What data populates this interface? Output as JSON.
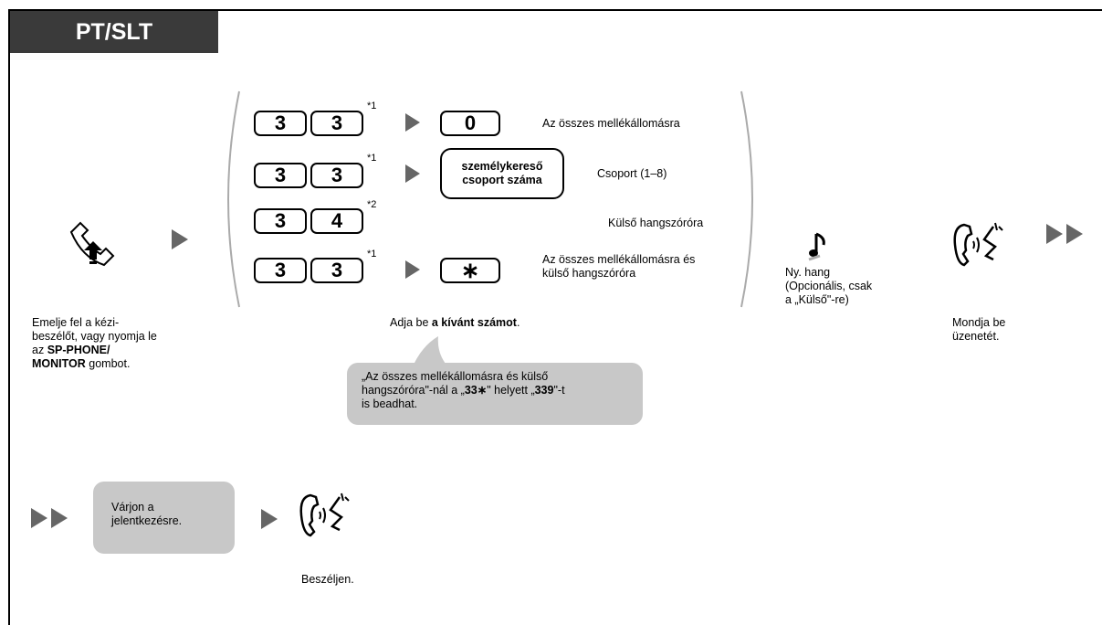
{
  "header": {
    "title": "PT/SLT"
  },
  "step1": {
    "line1": "Emelje fel a kézi-",
    "line2": "beszélőt, vagy nyomja le",
    "line3": "az ",
    "line3_bold": "SP-PHONE/",
    "line4_bold": "MONITOR",
    "line4": " gombot."
  },
  "options": [
    {
      "keys": [
        "3",
        "3"
      ],
      "note": "*1",
      "target": "0",
      "desc": "Az összes mellékállomásra"
    },
    {
      "keys": [
        "3",
        "3"
      ],
      "note": "*1",
      "target_line1": "személykereső",
      "target_line2": "csoport száma",
      "desc": "Csoport (1–8)"
    },
    {
      "keys": [
        "3",
        "4"
      ],
      "note": "*2",
      "desc": "Külső hangszóróra"
    },
    {
      "keys": [
        "3",
        "3"
      ],
      "note": "*1",
      "target": "∗",
      "desc_line1": "Az összes mellékállomásra és",
      "desc_line2": "külső hangszóróra"
    }
  ],
  "step2": {
    "prefix": "Adja be ",
    "bold": "a kívánt számot",
    "suffix": "."
  },
  "hint": {
    "line1": "„Az összes mellékállomásra és külső",
    "line2_a": "hangszóróra\"-nál a „",
    "line2_b": "33∗",
    "line2_c": "\" helyett „",
    "line2_d": "339",
    "line2_e": "\"-t",
    "line3": "is beadhat."
  },
  "tone": {
    "line1": "Ny. hang",
    "line2": "(Opcionális, csak",
    "line3": "a „Külső\"-re)"
  },
  "speak": {
    "line1": "Mondja be",
    "line2": "üzenetét."
  },
  "wait": {
    "line1": "Várjon a",
    "line2": "jelentkezésre."
  },
  "talk": {
    "label": "Beszéljen."
  }
}
